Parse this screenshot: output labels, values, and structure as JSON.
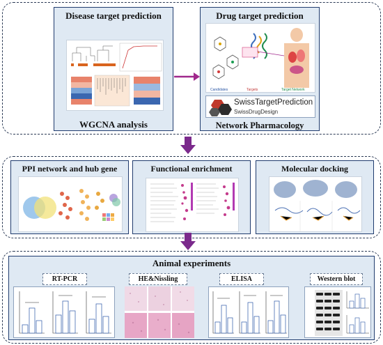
{
  "top": {
    "disease_title": "Disease target prediction",
    "drug_title": "Drug target prediction",
    "wgcna_caption": "WGCNA analysis",
    "netpharm_caption": "Network Pharmacology",
    "swiss_title": "SwissTargetPrediction",
    "swiss_sub": "SwissDrugDesign",
    "drug_labels": [
      "Candidates",
      "Targets",
      "Target Network"
    ]
  },
  "middle": {
    "ppi_title": "PPI network and hub gene",
    "enrich_title": "Functional enrichment",
    "docking_title": "Molecular docking"
  },
  "bottom": {
    "animal_title": "Animal experiments",
    "rtpcr": "RT-PCR",
    "he": "HE&Nissling",
    "elisa": "ELISA",
    "western": "Western blot"
  },
  "colors": {
    "panel_bg": "#dfe9f3",
    "panel_border": "#1f3b6e",
    "arrow_purple": "#7b2a8c",
    "accent_magenta": "#a0288c"
  }
}
